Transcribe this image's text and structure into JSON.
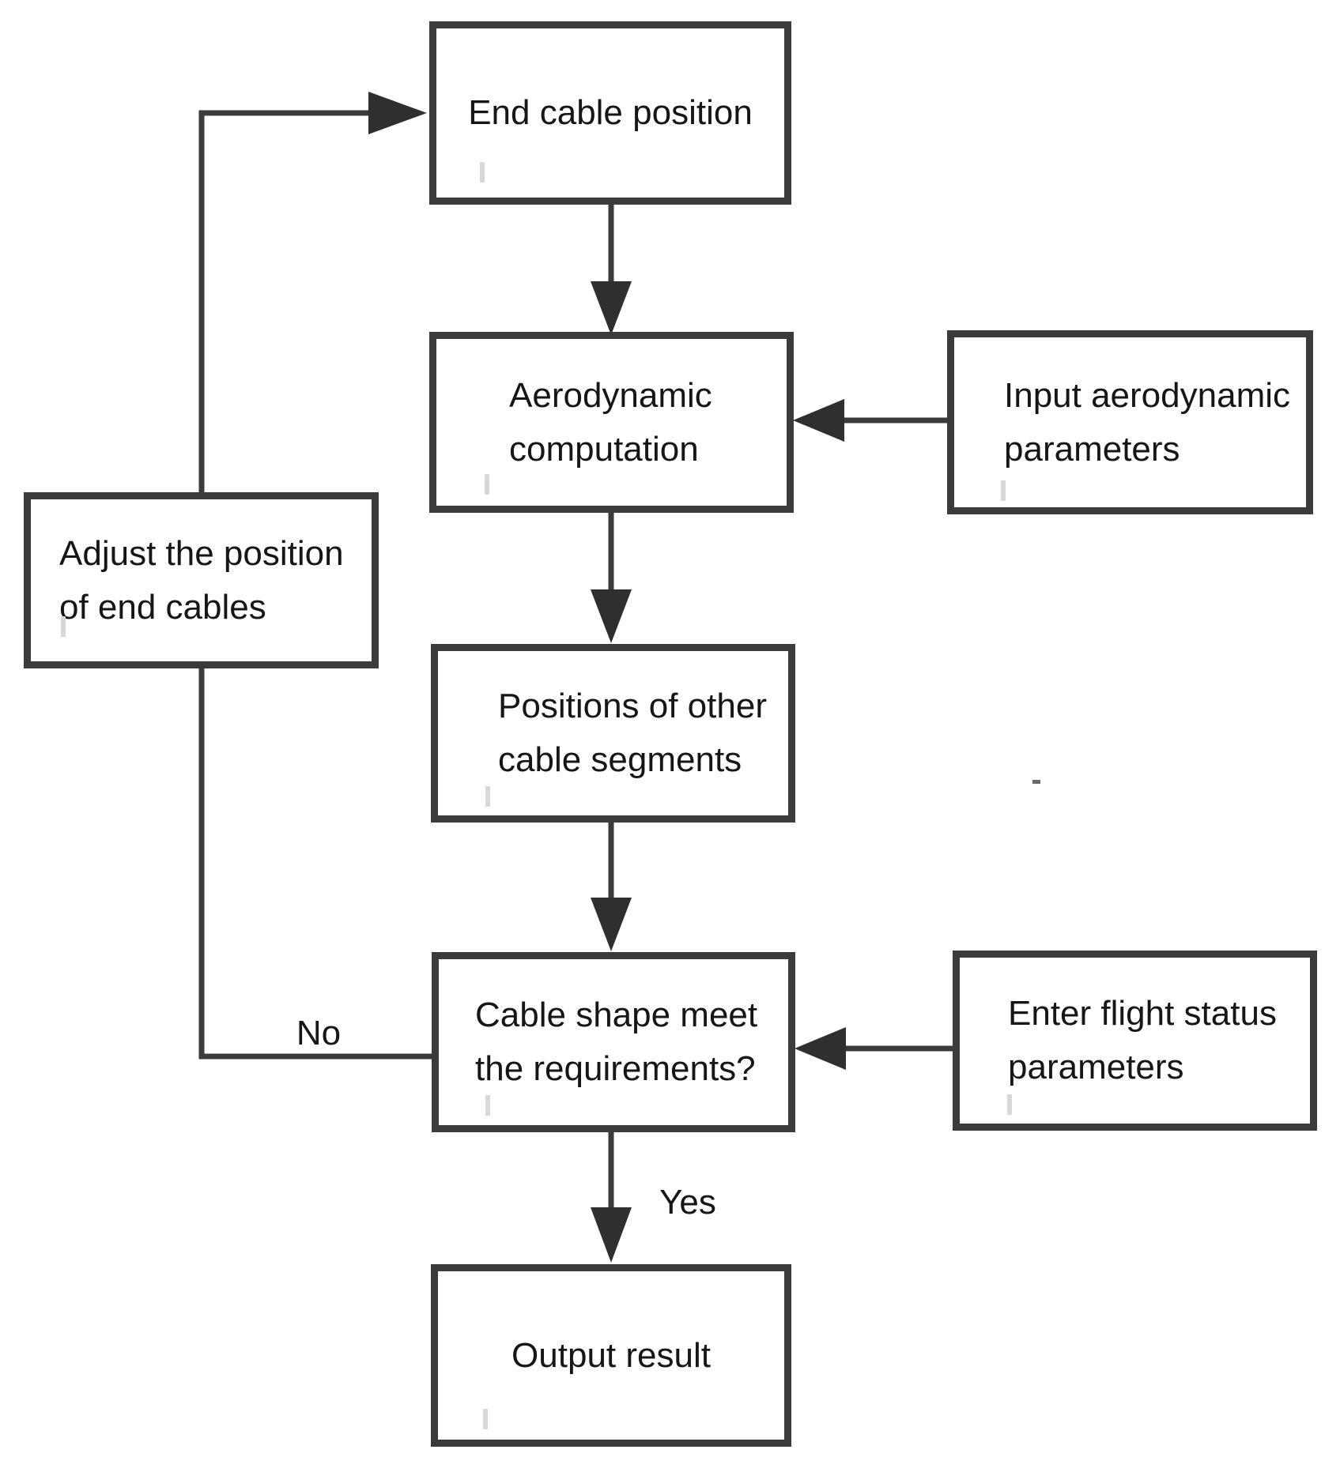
{
  "figure": {
    "type": "flowchart",
    "background": "#ffffff",
    "line_color": "#3b3b3b",
    "arrowhead_color": "#2f2f2f",
    "text_color": "#161616"
  },
  "nodes": {
    "end_cable_position": {
      "text": "End cable position"
    },
    "aerodynamic_computation": {
      "lines": [
        "Aerodynamic",
        "computation"
      ]
    },
    "input_aerodynamic_parameters": {
      "lines": [
        "Input aerodynamic",
        "parameters"
      ]
    },
    "positions_of_other_cable_segments": {
      "lines": [
        "Positions of other",
        "cable segments"
      ]
    },
    "cable_shape_requirement_check": {
      "lines": [
        "Cable shape meet",
        "the requirements?"
      ]
    },
    "enter_flight_status_parameters": {
      "lines": [
        "Enter flight status",
        "parameters"
      ]
    },
    "adjust_position_of_end_cables": {
      "lines": [
        "Adjust the position",
        "of end cables"
      ]
    },
    "output_result": {
      "text": "Output result"
    }
  },
  "edge_labels": {
    "no": "No",
    "yes": "Yes"
  },
  "edges": [
    {
      "from": "end_cable_position",
      "to": "aerodynamic_computation",
      "label": ""
    },
    {
      "from": "input_aerodynamic_parameters",
      "to": "aerodynamic_computation",
      "label": ""
    },
    {
      "from": "aerodynamic_computation",
      "to": "positions_of_other_cable_segments",
      "label": ""
    },
    {
      "from": "positions_of_other_cable_segments",
      "to": "cable_shape_requirement_check",
      "label": ""
    },
    {
      "from": "enter_flight_status_parameters",
      "to": "cable_shape_requirement_check",
      "label": ""
    },
    {
      "from": "cable_shape_requirement_check",
      "to": "adjust_position_of_end_cables",
      "label": "No"
    },
    {
      "from": "adjust_position_of_end_cables",
      "to": "end_cable_position",
      "label": ""
    },
    {
      "from": "cable_shape_requirement_check",
      "to": "output_result",
      "label": "Yes"
    }
  ]
}
